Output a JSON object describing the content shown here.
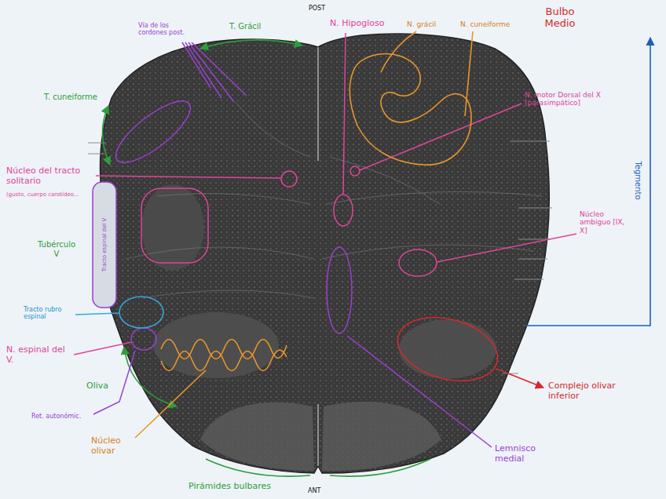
{
  "diagram": {
    "title": "Bulbo Medio",
    "labels": [
      "POST",
      "ANT",
      "Vía de los cordones post.",
      "T. Grácil",
      "N. Hipogloso",
      "N. grácil",
      "N. cuneiforme",
      "N. motor Dorsal del X [parasimpático]",
      "T. cuneiforme",
      "Núcleo del tracto solitario",
      "(gusto, cuerpo carotídeo...",
      "Tegmento",
      "Núcleo ambiguo [IX, X]",
      "Tubérculo V",
      "Tracto espinal del V",
      "Tracto rubro espinal",
      "N. espinal del V.",
      "Oliva",
      "Ret. autonómic.",
      "Complejo olivar inferior",
      "Núcleo olivar",
      "Lemnisco medial",
      "Pirámides bulbares"
    ]
  }
}
